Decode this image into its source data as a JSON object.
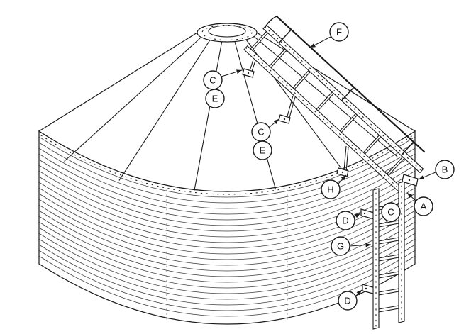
{
  "diagram": {
    "kind": "tank-roof-and-wall-ladder-assembly-drawing"
  },
  "colors": {
    "line": "#1a1a1a",
    "background": "#ffffff"
  },
  "callouts": [
    {
      "id": "F",
      "letter": "F"
    },
    {
      "id": "C-1",
      "letter": "C"
    },
    {
      "id": "E-1",
      "letter": "E"
    },
    {
      "id": "C-2",
      "letter": "C"
    },
    {
      "id": "E-2",
      "letter": "E"
    },
    {
      "id": "B",
      "letter": "B"
    },
    {
      "id": "A",
      "letter": "A"
    },
    {
      "id": "H",
      "letter": "H"
    },
    {
      "id": "D-1",
      "letter": "D"
    },
    {
      "id": "C-3",
      "letter": "C"
    },
    {
      "id": "G",
      "letter": "G"
    },
    {
      "id": "D-2",
      "letter": "D"
    }
  ]
}
